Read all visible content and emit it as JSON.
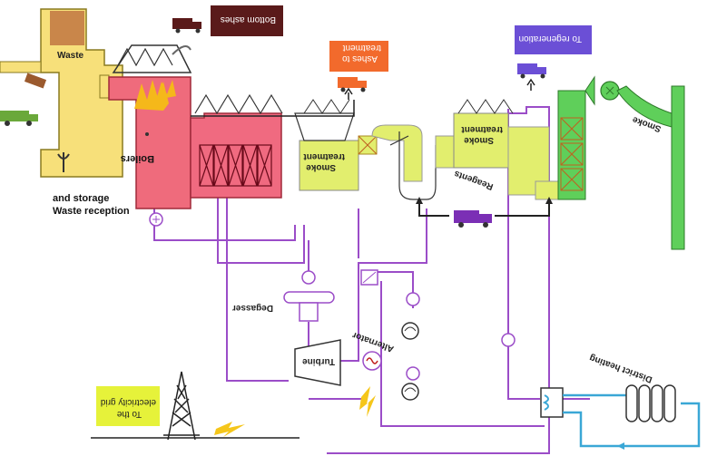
{
  "labels": {
    "waste": "Waste",
    "waste_reception_line1": "Waste reception",
    "waste_reception_line2": "and storage",
    "boilers": "Boilers",
    "smoke_treatment_1_line1": "Smoke",
    "smoke_treatment_1_line2": "treatment",
    "smoke_treatment_2_line1": "Smoke",
    "smoke_treatment_2_line2": "treatment",
    "reagents": "Reagents",
    "smoke": "Smoke",
    "degasser": "Degasser",
    "turbine": "Turbine",
    "alternator": "Alternator",
    "district_heating": "District heating",
    "electricity_grid_line1": "To the",
    "electricity_grid_line2": "electricity grid",
    "bottom_ashes": "Bottom ashes",
    "ashes_to_treatment_line1": "Ashes to",
    "ashes_to_treatment_line2": "treatment",
    "to_regeneration": "To regeneration"
  },
  "colors": {
    "waste_bunker": "#f7e07a",
    "boiler": "#ef6b7c",
    "heat_exchanger": "#f06a80",
    "smoke_treatment": "#e2ee6e",
    "stack": "#5fcf5a",
    "water_pipe": "#9b4dc8",
    "district_loop": "#3aa7d6",
    "bottom_ashes_box": "#5a1a1a",
    "ashes_treatment_box": "#f26a2c",
    "regeneration_box": "#6b4fd6",
    "grid_box": "#e6f23a",
    "reagent_truck": "#7b2fb5",
    "waste_truck": "#6aa83a",
    "flame": "#f5b81a"
  },
  "icons": [
    "truck-icon",
    "pump-icon",
    "transmission-tower-icon",
    "lightning-icon",
    "radiator-icon",
    "fan-icon"
  ]
}
